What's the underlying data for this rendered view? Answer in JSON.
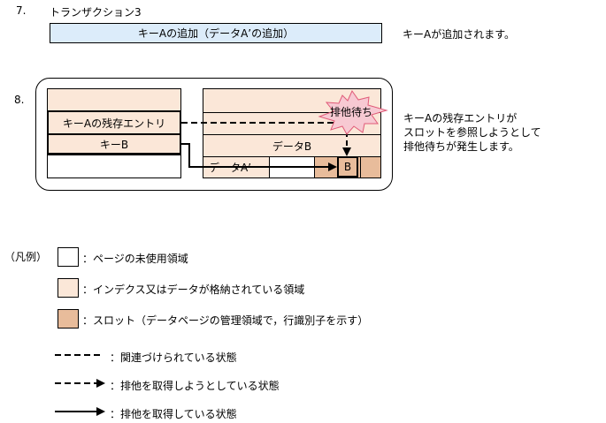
{
  "step7": {
    "number": "7.",
    "title": "トランザクション3",
    "bar_label": "キーAの追加（データA’の追加）",
    "note": "キーAが追加されます。"
  },
  "step8": {
    "number": "8.",
    "index_entry_remaining": "キーAの残存エントリ",
    "index_entry_keyB": "キーB",
    "data_B": "データB",
    "data_A_prime": "データA’",
    "slot_B": "B",
    "lock_wait_badge": "排他待ち",
    "note_lines": [
      "キーAの残存エントリが",
      "スロットを参照しようとして",
      "排他待ちが発生します。"
    ]
  },
  "legend": {
    "heading": "（凡例）",
    "items": [
      "：ページの未使用領域",
      "：インデクス又はデータが格納されている領域",
      "：スロット（データページの管理領域で，行識別子を示す）",
      "：関連づけられている状態",
      "：排他を取得しようとしている状態",
      "：排他を取得している状態"
    ]
  },
  "colors": {
    "bar_fill": "#dcecfa",
    "stored_area": "#fbe7d8",
    "slot": "#e8bc9b",
    "line": "#000000"
  }
}
